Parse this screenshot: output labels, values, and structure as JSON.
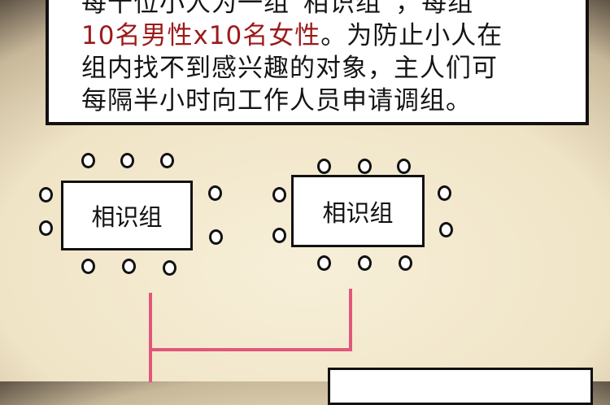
{
  "caption": {
    "line1": "每十位小人为一组“相识组”，每组",
    "line2_red": "10名男性x10名女性",
    "line2_rest": "。为防止小人在",
    "line3": "组内找不到感兴趣的对象，主人们可",
    "line4": "每隔半小时向工作人员申请调组。"
  },
  "tables": [
    {
      "label": "相识组"
    },
    {
      "label": "相识组"
    }
  ],
  "colors": {
    "highlight": "#9c1a1a",
    "connector": "#e0577a"
  }
}
